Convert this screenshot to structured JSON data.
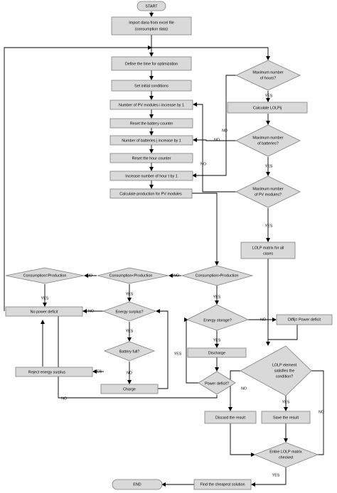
{
  "nodes": {
    "start": "START",
    "import": [
      "Import dana from excel file",
      "(consumption data)"
    ],
    "define_time": "Define the time for optimization",
    "set_initial": "Set initial conditions",
    "pv_increase": "Number of PV modules i increase by 1",
    "reset_battery": "Reset the battery counter",
    "batt_increase": "Number of batteries j increase by 1",
    "reset_hour": "Reset the hour counter",
    "hour_increase": "Increase number of hour t by 1",
    "calc_prod": "Calculate production for PV modules",
    "max_hours": [
      "Maximum number",
      "of hours?"
    ],
    "calc_lolp": "Calculate LOLPij",
    "max_batteries": [
      "Maximum number",
      "of batteries?"
    ],
    "max_pv": [
      "Maximum number",
      "of PV modules?"
    ],
    "lolp_matrix": [
      "LOLP matrix for all",
      "cases"
    ],
    "cons_eq_prod": "Consumption=Production",
    "cons_lt_prod": "Consumption<Production",
    "cons_gt_prod": "Consumption>Production",
    "no_power_deficit": "No power deficit",
    "energy_surplus": "Energy surplus?",
    "energy_storage": "Energy storage?",
    "diff_power_deficit": "Diffij= Power deficit",
    "battery_full": "Battery full?",
    "reject_surplus": "Reject energy surplus",
    "discharge": "Discharge",
    "lolp_element": [
      "LOLP element",
      "satisfies the",
      "condition?"
    ],
    "charge": "Charge",
    "power_deficit": "Power deficit?",
    "discard": "Discard the result",
    "save": "Save the result",
    "entire_checked": [
      "Entire LOLP matrix",
      "checked"
    ],
    "end": "END",
    "cheapest": "Find the cheapest solution"
  },
  "labels": {
    "yes": "YES",
    "no": "NO"
  }
}
